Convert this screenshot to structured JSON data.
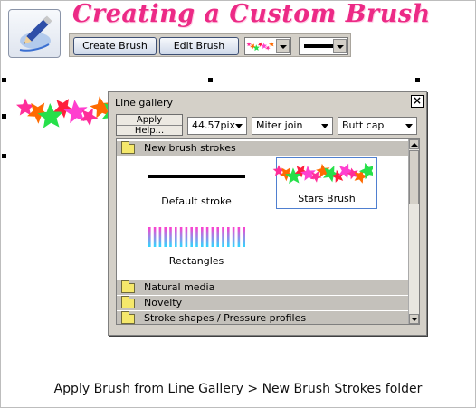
{
  "header": {
    "title": "Creating a Custom Brush",
    "app_icon": "pencil-icon"
  },
  "toolbar": {
    "create_brush_label": "Create Brush",
    "edit_brush_label": "Edit Brush",
    "brush_preview": "stars-brush-preview",
    "stroke_preview": "solid-line-preview"
  },
  "dialog": {
    "title": "Line gallery",
    "close_icon": "close-icon",
    "apply_label": "Apply",
    "help_label": "Help...",
    "width_value": "44.57pix",
    "join_value": "Miter join",
    "cap_value": "Butt cap",
    "folders": [
      {
        "label": "New brush strokes",
        "open": true
      },
      {
        "label": "Natural media",
        "open": false
      },
      {
        "label": "Novelty",
        "open": false
      },
      {
        "label": "Stroke shapes / Pressure profiles",
        "open": false
      }
    ],
    "items": [
      {
        "label": "Default stroke"
      },
      {
        "label": "Stars Brush",
        "selected": true
      },
      {
        "label": "Rectangles"
      }
    ]
  },
  "caption": "Apply Brush from Line Gallery > New Brush Strokes folder",
  "colors": {
    "title_pink": "#ec2a86",
    "star_colors": [
      "#ff2d9a",
      "#ff6a00",
      "#26e04a",
      "#ff1f3d",
      "#ff3fcf"
    ],
    "selection_blue": "#4f7fd0"
  }
}
